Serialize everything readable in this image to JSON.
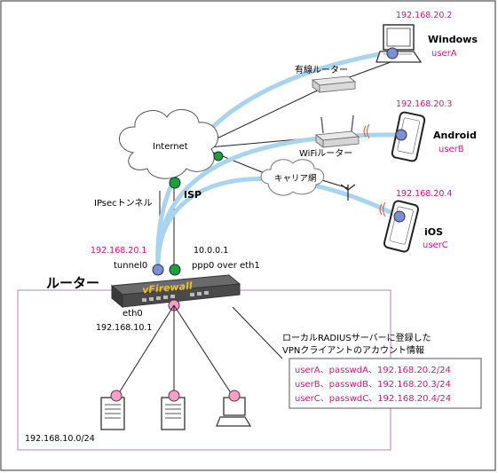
{
  "devices": {
    "windows": {
      "name": "Windows",
      "ip": "192.168.20.2",
      "user": "userA"
    },
    "android": {
      "name": "Android",
      "ip": "192.168.20.3",
      "user": "userB"
    },
    "ios": {
      "name": "iOS",
      "ip": "192.168.20.4",
      "user": "userC"
    }
  },
  "network": {
    "wired_router": "有線ルーター",
    "wifi_router": "WiFiルーター",
    "carrier": "キャリア網",
    "internet": "Internet",
    "isp": "ISP",
    "ipsec_tunnel": "IPsecトンネル"
  },
  "router": {
    "label": "ルーター",
    "brand": "vFirewall",
    "tunnel_ip": "192.168.20.1",
    "tunnel_if": "tunnel0",
    "ppp_ip": "10.0.0.1",
    "ppp_if": "ppp0 over eth1",
    "eth_if": "eth0",
    "eth_ip": "192.168.10.1"
  },
  "lan": {
    "subnet": "192.168.10.0/24"
  },
  "radius_box": {
    "title_line1": "ローカルRADIUSサーバーに登録した",
    "title_line2": "VPNクライアントのアカウント情報",
    "accounts": [
      "userA、passwdA、192.168.20.2/24",
      "userB、passwdB、192.168.20.3/24",
      "userC、passwdC、192.168.20.4/24"
    ]
  },
  "colors": {
    "tunnel": "#a8d4ef",
    "ip_text": "#d6147a",
    "endpoint_blue": "#7b8fd6",
    "endpoint_green": "#1f9e3a",
    "endpoint_pink": "#f2a0c8",
    "lan_border": "#c080b4"
  }
}
